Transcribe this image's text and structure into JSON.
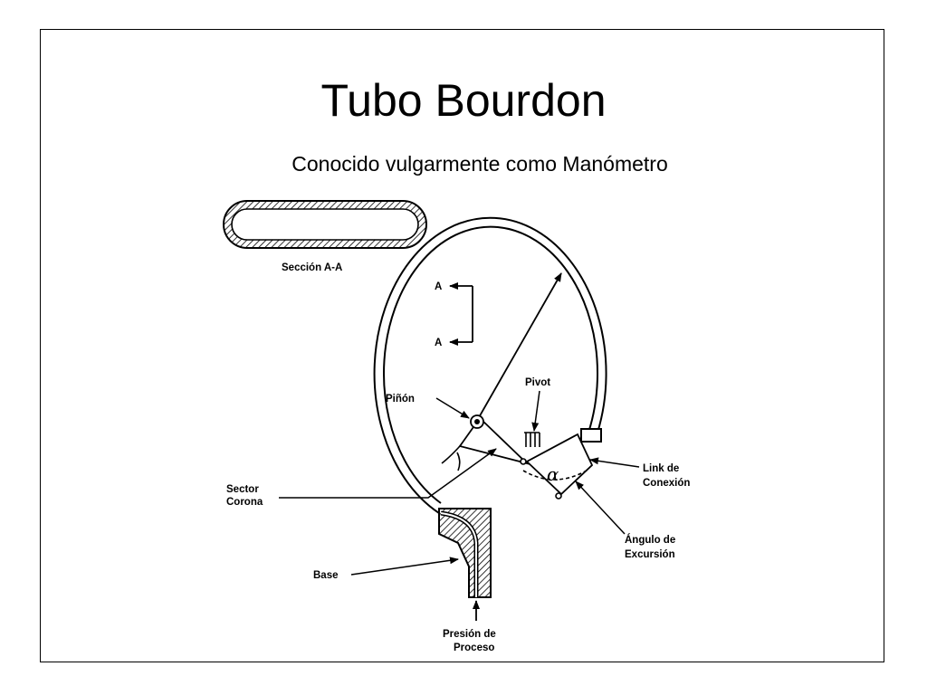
{
  "slide": {
    "title": "Tubo Bourdon",
    "subtitle": "Conocido vulgarmente como Manómetro"
  },
  "diagram": {
    "section_label": "Sección A-A",
    "section_marker_top": "A",
    "section_marker_bottom": "A",
    "pinion_label": "Piñón",
    "pivot_label": "Pivot",
    "sector_label_line1": "Sector",
    "sector_label_line2": "Corona",
    "link_label_line1": "Link de",
    "link_label_line2": "Conexión",
    "angle_label_line1": "Ángulo de",
    "angle_label_line2": "Excursión",
    "base_label": "Base",
    "pressure_label_line1": "Presión de",
    "pressure_label_line2": "Proceso",
    "angle_symbol": "α"
  }
}
